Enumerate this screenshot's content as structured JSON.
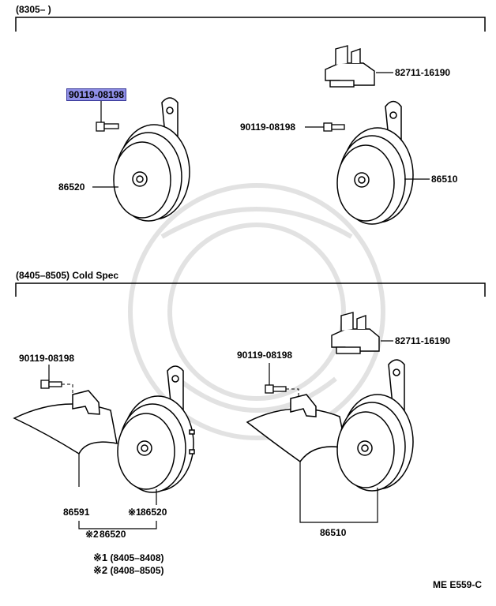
{
  "sections": [
    {
      "range_label": "(8305–      )"
    },
    {
      "range_label": "(8405–8505) Cold Spec"
    }
  ],
  "top": {
    "bolt_highlighted": "90119-08198",
    "horn_low": "86520",
    "bolt_right": "90119-08198",
    "bracket": "82711-16190",
    "horn_high": "86510"
  },
  "bottom": {
    "bolt_left": "90119-08198",
    "bolt_right": "90119-08198",
    "bracket": "82711-16190",
    "cover": "86591",
    "mark1_horn_prefix": "※1",
    "mark1_horn": "86520",
    "mark2_prefix": "※2",
    "mark2_horn": "86520",
    "horn_high": "86510"
  },
  "notes": [
    {
      "mark": "※1",
      "range": "(8405–8408)"
    },
    {
      "mark": "※2",
      "range": "(8408–8505)"
    }
  ],
  "diagram_code": "ME E559-C"
}
